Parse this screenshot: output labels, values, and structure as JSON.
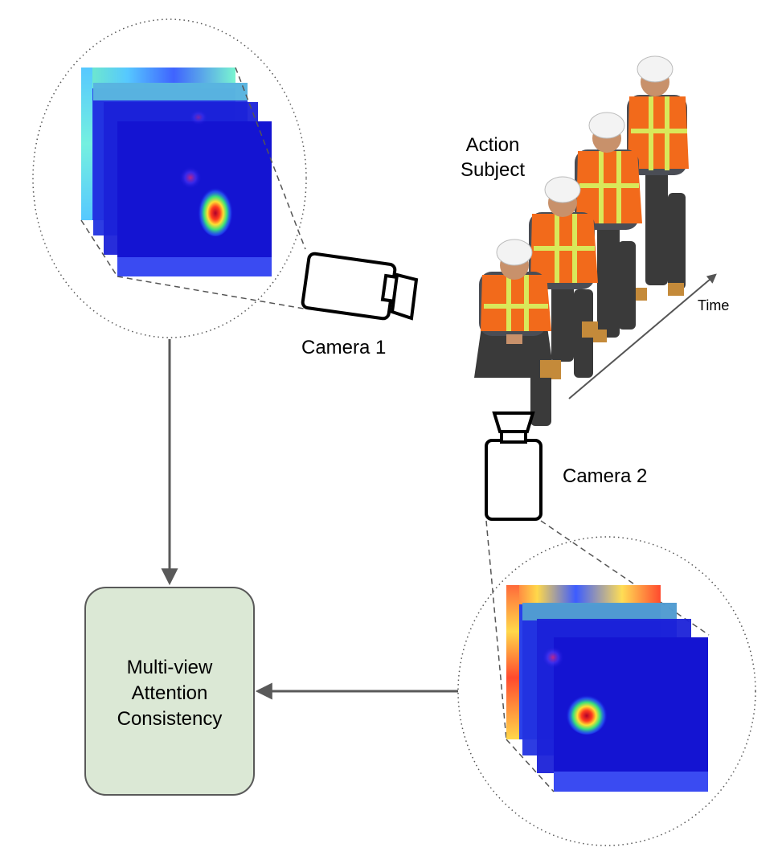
{
  "labels": {
    "action_subject_line1": "Action",
    "action_subject_line2": "Subject",
    "time": "Time",
    "camera1": "Camera 1",
    "camera2": "Camera 2",
    "consistency_line1": "Multi-view",
    "consistency_line2": "Attention",
    "consistency_line3": "Consistency"
  },
  "colors": {
    "box_fill": "#dbe8d5",
    "box_stroke": "#595959",
    "arrow": "#595959",
    "heatmap_base": "#1414d2",
    "vest": "#f26a1b",
    "reflective": "#d9e85a",
    "helmet": "#f3f3f3"
  },
  "icons": {
    "camera1": "video-camera-icon",
    "camera2": "video-camera-icon",
    "workers": "construction-worker-figure"
  }
}
